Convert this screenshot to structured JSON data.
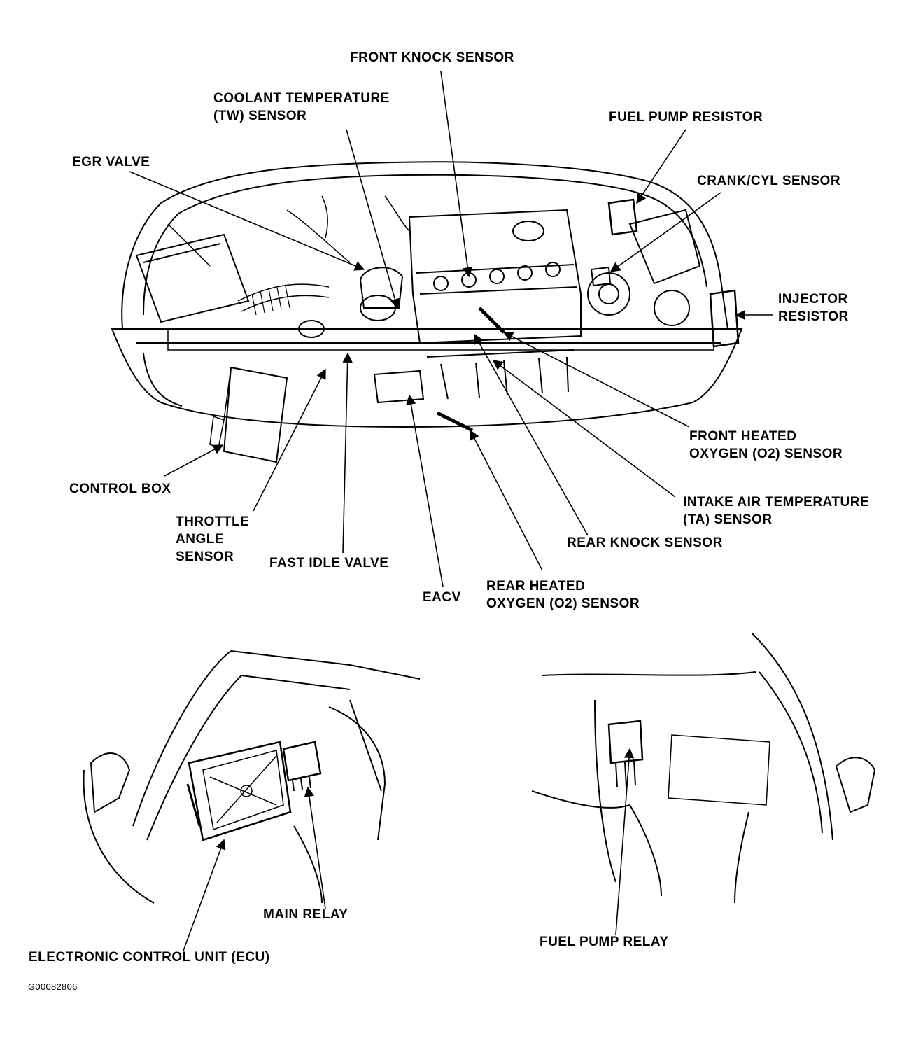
{
  "labels": {
    "front_knock_sensor": "FRONT KNOCK SENSOR",
    "coolant_temp_line1": "COOLANT TEMPERATURE",
    "coolant_temp_line2": "(TW) SENSOR",
    "fuel_pump_resistor": "FUEL PUMP RESISTOR",
    "egr_valve": "EGR VALVE",
    "crank_cyl_sensor": "CRANK/CYL SENSOR",
    "injector_resistor_line1": "INJECTOR",
    "injector_resistor_line2": "RESISTOR",
    "front_o2_line1": "FRONT HEATED",
    "front_o2_line2": "OXYGEN (O2) SENSOR",
    "control_box": "CONTROL BOX",
    "intake_air_line1": "INTAKE AIR TEMPERATURE",
    "intake_air_line2": "(TA) SENSOR",
    "throttle_line1": "THROTTLE",
    "throttle_line2": "ANGLE",
    "throttle_line3": "SENSOR",
    "rear_knock_sensor": "REAR KNOCK SENSOR",
    "fast_idle_valve": "FAST IDLE VALVE",
    "eacv": "EACV",
    "rear_o2_line1": "REAR HEATED",
    "rear_o2_line2": "OXYGEN (O2) SENSOR",
    "main_relay": "MAIN RELAY",
    "ecu": "ELECTRONIC CONTROL UNIT (ECU)",
    "fuel_pump_relay": "FUEL PUMP RELAY"
  },
  "figure_code": "G00082806"
}
